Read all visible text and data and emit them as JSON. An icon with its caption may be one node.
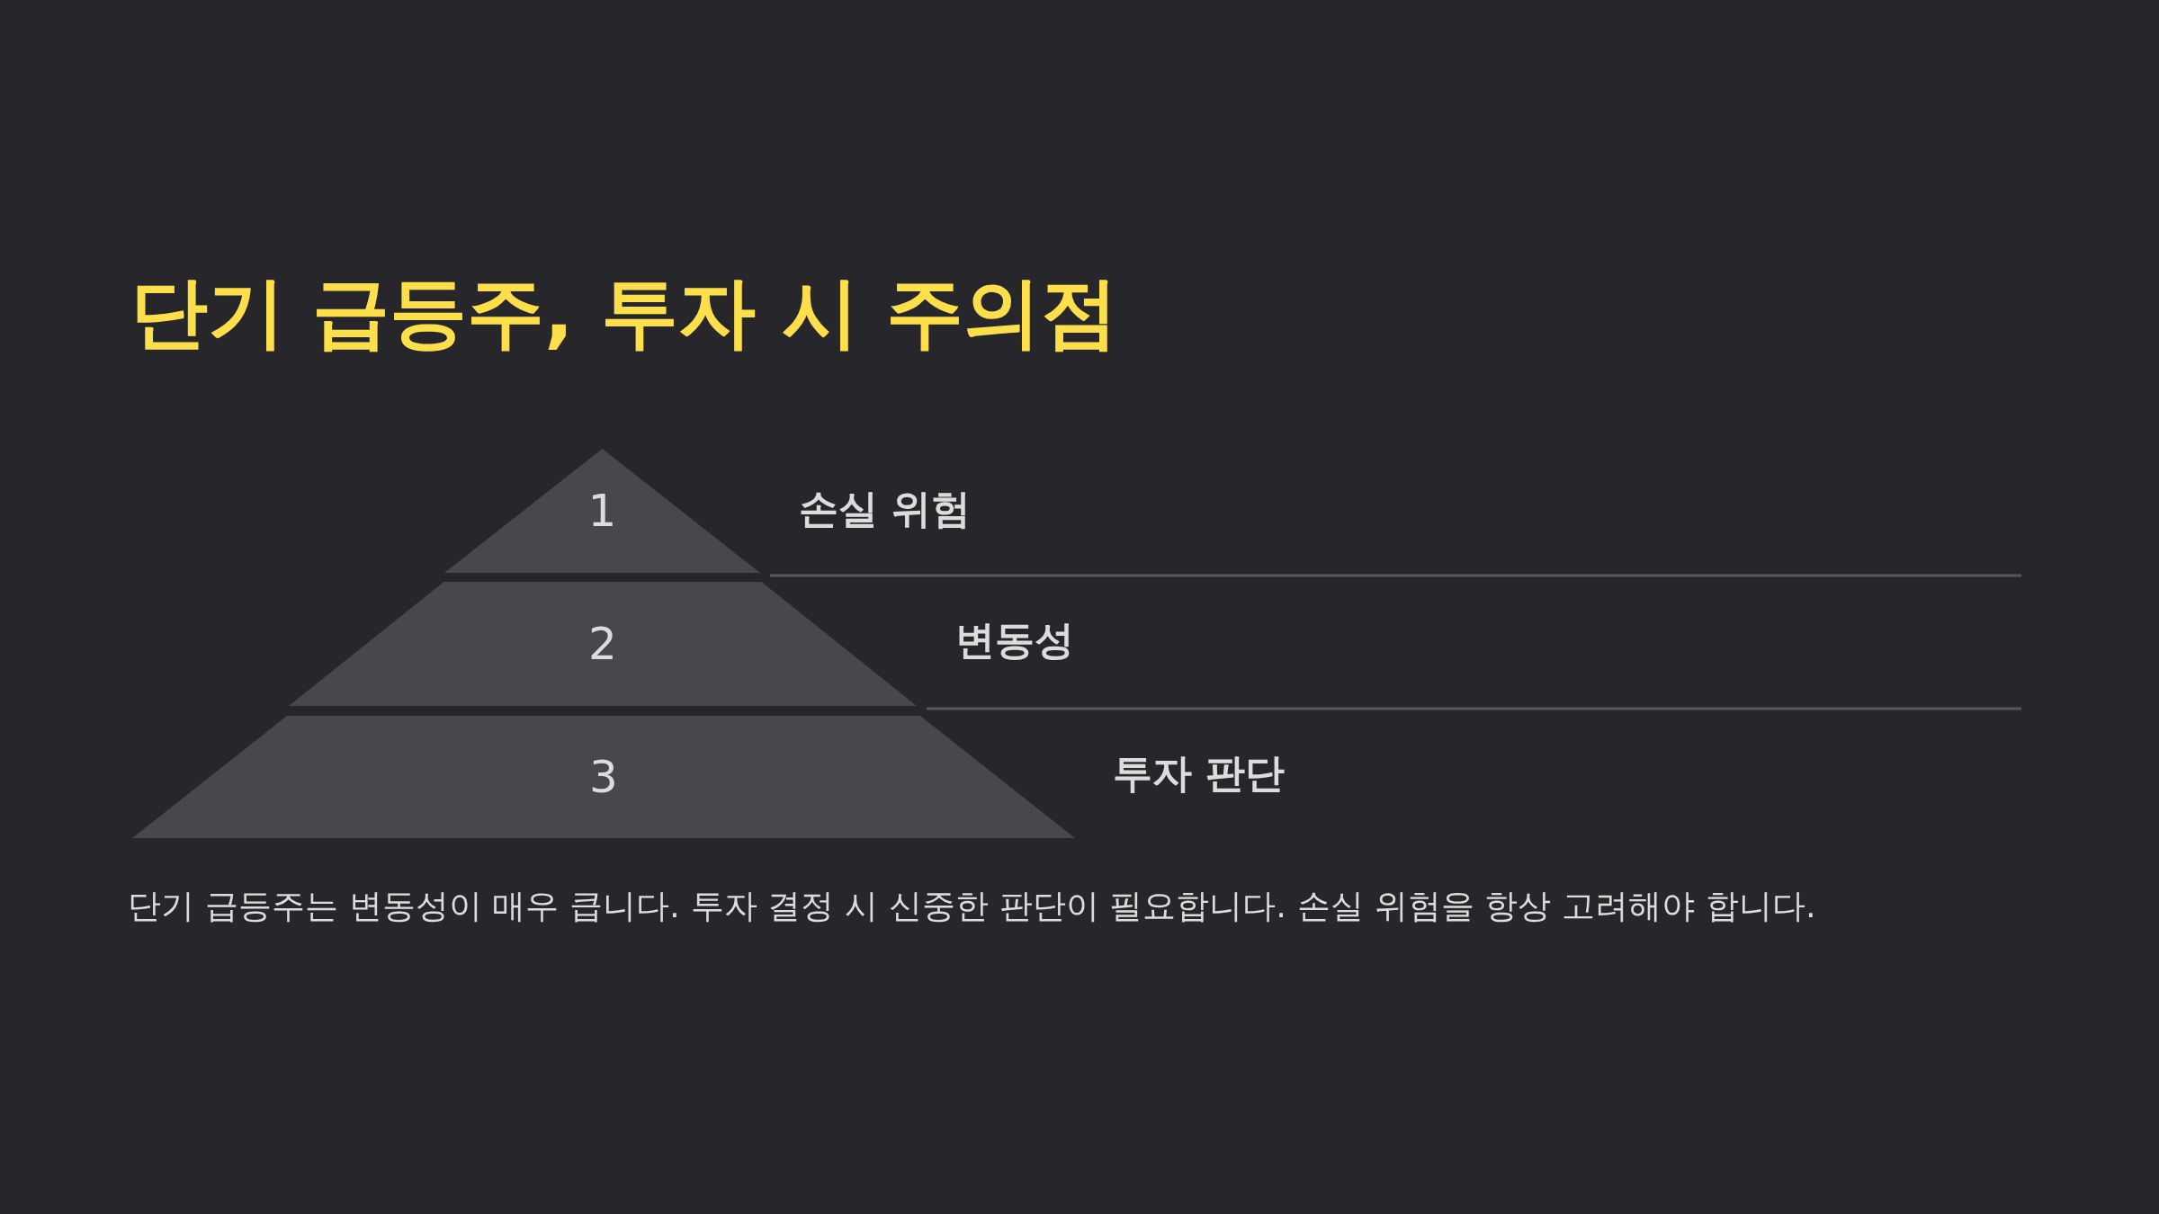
{
  "diagram": {
    "title": "단기 급등주, 투자 시 주의점",
    "nodes": [
      {
        "text": [
          "1"
        ],
        "beside": [
          "손실 위험"
        ]
      },
      {
        "text": [
          "2"
        ],
        "beside": [
          "변동성"
        ]
      },
      {
        "text": [
          "3"
        ],
        "beside": [
          "투자 판단"
        ]
      }
    ],
    "caption": "단기 급등주는 변동성이 매우 큽니다. 투자 결정 시 신중한 판단이 필요합니다. 손실 위험을 항상 고려해야 합니다."
  }
}
